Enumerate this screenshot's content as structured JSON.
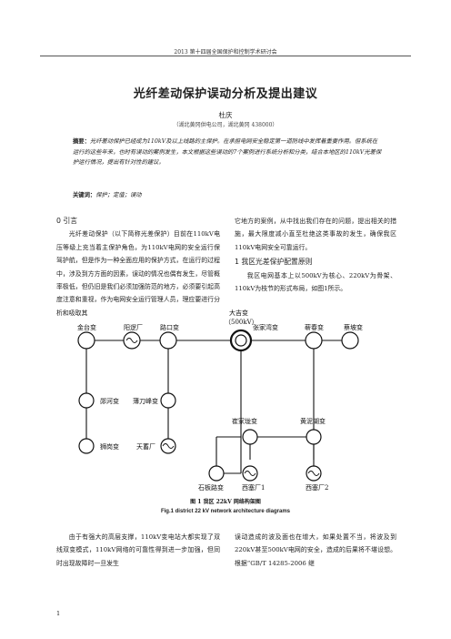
{
  "header": {
    "conference": "2013 第十四届全国保护和控制学术研讨会"
  },
  "paper": {
    "title": "光纤差动保护误动分析及提出建议",
    "author": "杜庆",
    "affiliation": "（湖北黄冈供电公司，湖北黄冈 438000）",
    "abstract_label": "摘要：",
    "abstract_text": "光纤差动保护已经成为110kV及以上线路的主保护。在承担电网安全稳定第一道防线中发挥着重要作用。但系统在运行的这些年来，也时有误动的案例发生，本文根据这些误动的7个案例进行系统分析和分类，结合本地区的110kV光差保护运行情况，提出有针对性的建议。",
    "keywords_label": "关键词：",
    "keywords_text": "保护；定值；误动"
  },
  "sections": {
    "intro_heading": "0   引言",
    "intro_para": "光纤差动保护（以下简称光差保护）目前在110kV电压等级上充当着主保护角色，为110kV电网的安全运行保驾护航，但是作为一种全面应用的保护方式，在运行的过程中，涉及到方方面的因素，误动的情况也偶有发生，尽管概率极低，但仍旧是我们必须加强防范的地方，必须要引起高度注意和重视，作为电网安全运行管理人员，理应要进行分析和吸取其",
    "intro_cont": "它地方的案例，从中找出我们存在的问题，提出相关的措施，最大限度减小直至杜绝这类事故的发生，确保我区110kV电网安全可靠运行。",
    "s1_heading": "1   我区光差保护配置原则",
    "s1_para": "我区电网基本上以500kV为核心、220kV为骨架、110kV为枝节的形式布局，如图1所示。",
    "bottom_left": "由于有强大的高层支撑，110kV变电站大都实现了双线双变模式，110kV网络的可靠性得到进一步加强，但同时出现故障时一旦发生",
    "bottom_right": "误动造成的波及面也在增大，如果处置不当，将波及到220kV甚至500kV电网的安全，造成的后果将不堪设想。根据“GB/T 14285-2006 继"
  },
  "figure": {
    "caption_cn": "图 1    我区 22kV 网络构架图",
    "caption_en": "Fig.1    district 22 kV network architecture diagrams",
    "nodes": {
      "jinhe": "金台变",
      "yangluo": "阳逻厂",
      "lukou": "路口变",
      "dayuan_line1": "大吉变",
      "dayuan_line2": "（500kV）",
      "zhangjiawan": "张家湾变",
      "qichun": "蕲春变",
      "caibo": "蔡坡变",
      "tuanfeng": "郧河变",
      "xiaodao": "薄刀峰变",
      "shiziqiao": "狮岗变",
      "tianhu": "天蓄厂",
      "qiaojialong": "崔家垅变",
      "huangnihu": "黄泥湖变",
      "shibanlu": "石板路变",
      "xisai1": "西塞厂1",
      "xisai2": "西塞厂2"
    }
  },
  "page": {
    "number": "1"
  }
}
